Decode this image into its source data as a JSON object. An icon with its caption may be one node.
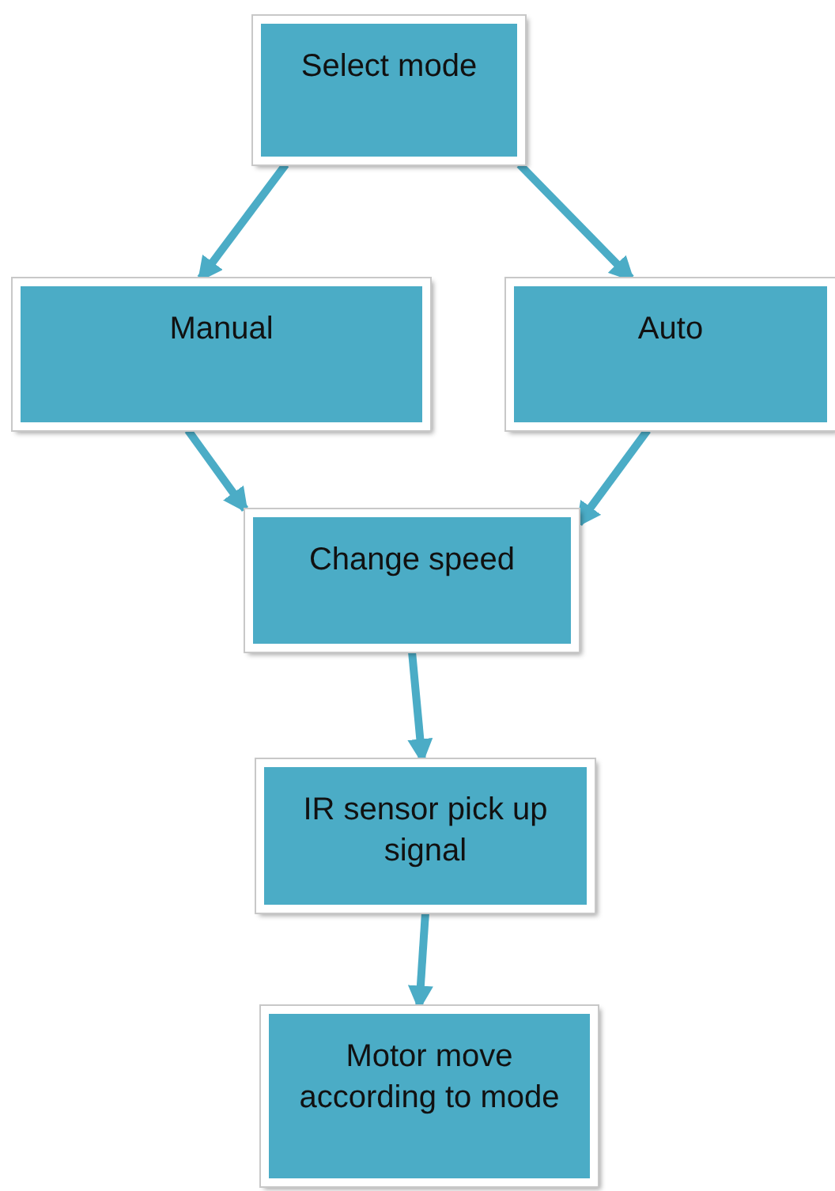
{
  "diagram": {
    "nodes": [
      {
        "text": [
          "Select mode"
        ]
      },
      {
        "text": [
          "Manual"
        ]
      },
      {
        "text": [
          "Auto"
        ]
      },
      {
        "text": [
          "Change speed"
        ]
      },
      {
        "text": [
          "IR sensor pick up signal"
        ]
      },
      {
        "text": [
          "Motor move according to mode"
        ]
      }
    ],
    "edges": [
      {
        "from": 0,
        "to": 1,
        "arrow": "to"
      },
      {
        "from": 0,
        "to": 2,
        "arrow": "to"
      },
      {
        "from": 1,
        "to": 3,
        "arrow": "to"
      },
      {
        "from": 2,
        "to": 3,
        "arrow": "to"
      },
      {
        "from": 3,
        "to": 4,
        "arrow": "to"
      },
      {
        "from": 4,
        "to": 5,
        "arrow": "to"
      }
    ]
  }
}
